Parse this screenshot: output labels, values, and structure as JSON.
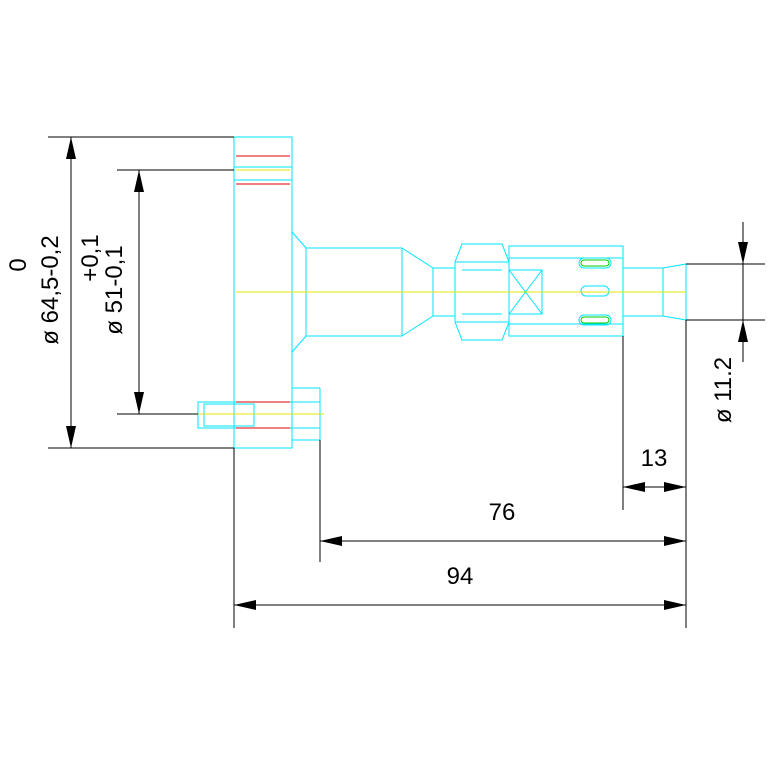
{
  "colors": {
    "background": "#ffffff",
    "part_outline": "#00e5ff",
    "center_axis": "#e6e600",
    "hidden_red": "#e00000",
    "slot_green": "#00cc00",
    "dimensions": "#000000"
  },
  "dimensions": {
    "outer_diameter": {
      "tol_upper": "0",
      "label": "ø 64,5-0,2"
    },
    "inner_diameter": {
      "tol_upper": "+0,1",
      "label": "ø 51-0,1"
    },
    "tip_diameter": {
      "label": "ø 11.2"
    },
    "length_13": {
      "label": "13"
    },
    "length_76": {
      "label": "76"
    },
    "length_94": {
      "label": "94"
    }
  }
}
